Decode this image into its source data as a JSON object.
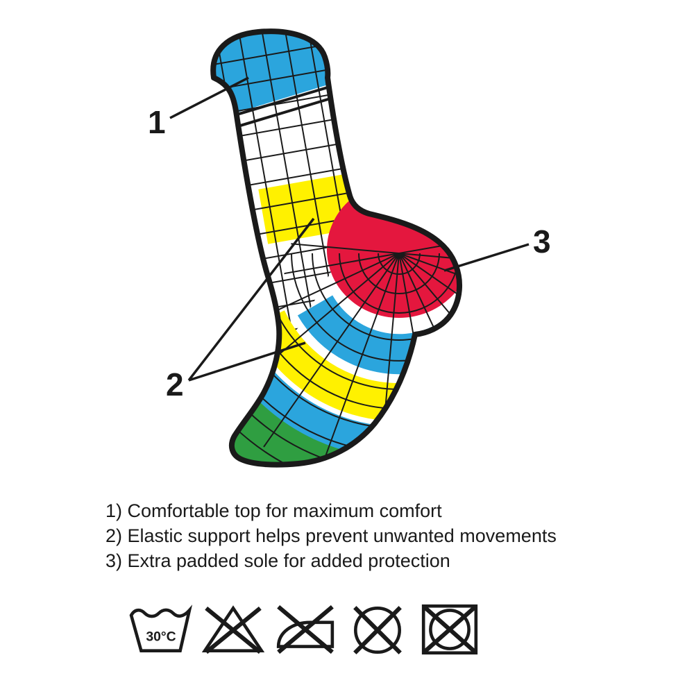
{
  "figure": {
    "callouts": {
      "c1": "1",
      "c2": "2",
      "c3": "3"
    },
    "colors": {
      "blue": "#2BA5DD",
      "yellow": "#FFF100",
      "red": "#E4173E",
      "green": "#2F9E41",
      "outline": "#1A1A1A"
    },
    "regions": [
      "comfort-top-cuff",
      "elastic-support-ankle-band",
      "elastic-support-arch-band",
      "padded-heel-sole",
      "toe"
    ]
  },
  "legend": {
    "line1": "1) Comfortable top for maximum comfort",
    "line2": "2) Elastic support helps prevent unwanted movements",
    "line3": "3) Extra padded sole for added protection"
  },
  "care": {
    "wash_temp": "30°C",
    "symbols": [
      "wash-30c",
      "do-not-bleach",
      "do-not-iron",
      "do-not-dry-clean",
      "do-not-tumble-dry"
    ]
  }
}
